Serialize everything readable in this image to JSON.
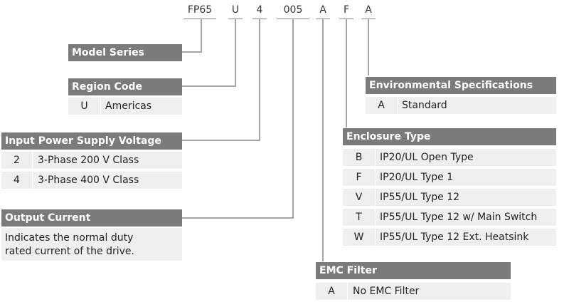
{
  "codes": {
    "model": "FP65",
    "region": "U",
    "voltage": "4",
    "current": "005",
    "emc": "A",
    "enclosure": "F",
    "environment": "A"
  },
  "model_series": {
    "title": "Model Series"
  },
  "region_code": {
    "title": "Region Code",
    "rows": [
      {
        "code": "U",
        "label": "Americas"
      }
    ]
  },
  "input_voltage": {
    "title": "Input Power Supply Voltage",
    "rows": [
      {
        "code": "2",
        "label": "3-Phase 200 V Class"
      },
      {
        "code": "4",
        "label": "3-Phase 400 V Class"
      }
    ]
  },
  "output_current": {
    "title": "Output Current",
    "description_line1": "Indicates the normal duty",
    "description_line2": "rated current of the drive."
  },
  "environmental": {
    "title": "Environmental Specifications",
    "rows": [
      {
        "code": "A",
        "label": "Standard"
      }
    ]
  },
  "enclosure": {
    "title": "Enclosure Type",
    "rows": [
      {
        "code": "B",
        "label": "IP20/UL Open Type"
      },
      {
        "code": "F",
        "label": "IP20/UL Type 1"
      },
      {
        "code": "V",
        "label": "IP55/UL Type 12"
      },
      {
        "code": "T",
        "label": "IP55/UL Type 12 w/ Main Switch"
      },
      {
        "code": "W",
        "label": "IP55/UL Type 12 Ext. Heatsink"
      }
    ]
  },
  "emc_filter": {
    "title": "EMC Filter",
    "rows": [
      {
        "code": "A",
        "label": "No EMC Filter"
      }
    ]
  },
  "colors": {
    "header_bg": "#7b7b7b",
    "row_bg": "#efefef",
    "line": "#888888"
  }
}
